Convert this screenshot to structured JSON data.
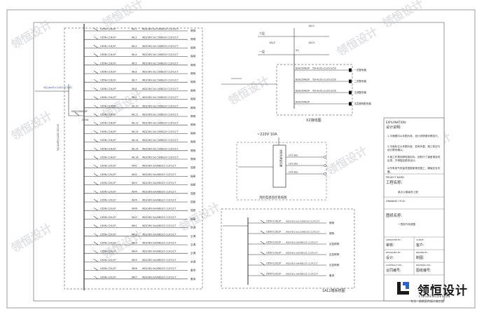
{
  "brand": {
    "name": "领恒设计",
    "sub": "LINGHENGDESIGN",
    "tag": "专注 · 建筑室内设计施工图",
    "watermark": "领恒设计"
  },
  "main_panel": {
    "incoming_cable": "YJV-4x95+1x50 SC100",
    "incoming_breaker": "NSX250N/3P",
    "incoming_current": "200A",
    "rows": [
      {
        "brk": "C65N-C16/1P",
        "cable": "WDZ-BYJ-3x2.5/KBG20 CC/FC/CT",
        "name": "照明",
        "code": "WL1"
      },
      {
        "brk": "C65N-C16/1P",
        "cable": "WDZ-BYJ-3x2.5/KBG20 CC/FC/CT",
        "name": "照明",
        "code": "WL2"
      },
      {
        "brk": "C65N-C16/1P",
        "cable": "WDZ-BYJ-3x2.5/KBG20 CC/FC/CT",
        "name": "照明",
        "code": "WL3"
      },
      {
        "brk": "C65N-C16/1P",
        "cable": "WDZ-BYJ-3x2.5/KBG20 CC/FC/CT",
        "name": "照明",
        "code": "WL4"
      },
      {
        "brk": "C65N-C16/1P",
        "cable": "WDZ-BYJ-3x2.5/KBG20 CC/FC/CT",
        "name": "照明",
        "code": "WL5"
      },
      {
        "brk": "C65N-C16/1P",
        "cable": "WDZ-BYJ-3x2.5/KBG20 CC/FC/CT",
        "name": "照明",
        "code": "WL6"
      },
      {
        "brk": "C65N-C16/1P",
        "cable": "WDZ-BYJ-3x2.5/KBG20 CC/FC/CT",
        "name": "照明",
        "code": "WL7"
      },
      {
        "brk": "C65N-C16/1P",
        "cable": "WDZ-BYJ-3x2.5/KBG20 CC/FC/CT",
        "name": "照明",
        "code": "WL8"
      },
      {
        "brk": "C65N-C16/1P",
        "cable": "WDZ-BYJ-3x2.5/KBG20 CC/FC/CT",
        "name": "照明",
        "code": "WL9"
      },
      {
        "brk": "C65N-C16/1P",
        "cable": "WDZ-BYJ-3x2.5/KBG20 CC/FC/CT",
        "name": "照明",
        "code": "WL10"
      },
      {
        "brk": "C65N-C16/1P",
        "cable": "WDZ-BYJ-3x2.5/KBG20 CC/FC/CT",
        "name": "照明",
        "code": "WL11"
      },
      {
        "brk": "C65N-C16/1P",
        "cable": "WDZ-BYJ-3x2.5/KBG20 CC/FC/CT",
        "name": "照明",
        "code": "WL12"
      },
      {
        "brk": "C65N-C16/1P",
        "cable": "WDZ-BYJ-3x2.5/KBG20 CC/FC/CT",
        "name": "照明",
        "code": "WL13"
      },
      {
        "brk": "C65N-C16/1P",
        "cable": "WDZ-BYJ-3x2.5/KBG20 CC/FC/CT",
        "name": "照明",
        "code": "WL14"
      },
      {
        "brk": "C65N-C16/1P",
        "cable": "WDZ-BYJ-3x2.5/KBG20 CC/FC/CT",
        "name": "照明",
        "code": "WL15"
      },
      {
        "brk": "C65N-C16/1P",
        "cable": "WDZ-BYJ-3x2.5/KBG20 CC/FC/CT",
        "name": "照明",
        "code": "WL16"
      },
      {
        "brk": "C65N-C20/1P",
        "cable": "WDZ-BYJ-3x4/KBG25 CC/FC/CT",
        "name": "插座",
        "code": "WX1"
      },
      {
        "brk": "C65N-C20/1P",
        "cable": "WDZ-BYJ-3x4/KBG25 CC/FC/CT",
        "name": "插座",
        "code": "WX2"
      },
      {
        "brk": "C65N-C20/1P",
        "cable": "WDZ-BYJ-3x4/KBG25 CC/FC/CT",
        "name": "插座",
        "code": "WX3"
      },
      {
        "brk": "C65N-C20/1P",
        "cable": "WDZ-BYJ-3x4/KBG25 CC/FC/CT",
        "name": "插座",
        "code": "WX4"
      },
      {
        "brk": "C65N-C20/1P",
        "cable": "WDZ-BYJ-3x4/KBG25 CC/FC/CT",
        "name": "插座",
        "code": "WX5"
      },
      {
        "brk": "C65N-C20/1P",
        "cable": "WDZ-BYJ-3x4/KBG25 CC/FC/CT",
        "name": "插座",
        "code": "WX6"
      },
      {
        "brk": "C65N-C20/1P",
        "cable": "WDZ-BYJ-3x4/KBG25 CC/FC/CT",
        "name": "插座",
        "code": "WX7"
      },
      {
        "brk": "C65N-C20/1P",
        "cable": "WDZ-BYJ-3x4/KBG25 CC/FC/CT",
        "name": "空调",
        "code": "WK1"
      },
      {
        "brk": "C65N-C20/1P",
        "cable": "WDZ-BYJ-3x4/KBG25 CC/FC/CT",
        "name": "空调",
        "code": "WK2"
      },
      {
        "brk": "C65N-C20/1P",
        "cable": "WDZ-BYJ-3x4/KBG25 CC/FC/CT",
        "name": "空调",
        "code": "WK3"
      },
      {
        "brk": "C65N-C20/1P",
        "cable": "WDZ-BYJ-3x4/KBG25 CC/FC/CT",
        "name": "空调",
        "code": "WK4"
      },
      {
        "brk": "C65N-C20/1P",
        "cable": "WDZ-BYJ-3x4/KBG25 CC/FC/CT",
        "name": "空调",
        "code": "WK5"
      },
      {
        "brk": "C65N-C20/1P",
        "cable": "WDZ-BYJ-3x4/KBG25 CC/FC/CT",
        "name": "备用",
        "code": "WK6"
      },
      {
        "brk": "C65N-C20/1P",
        "cable": "WDZ-BYJ-3x4/KBG25 CC/FC/CT",
        "name": "备用",
        "code": "WK7"
      }
    ]
  },
  "x2": {
    "title": "X2接线图",
    "line1": "一层",
    "line2": "二层",
    "labels": [
      "1AL1",
      "1AL2",
      "1AL3",
      "X2"
    ],
    "rows": [
      {
        "brk": "NSX250N/3P",
        "cable": "YJV-4x35+1x16 SC50",
        "name": "一层配电箱"
      },
      {
        "brk": "NSX250N/3P",
        "cable": "YJV-4x35+1x16 SC50",
        "name": "二层配电箱"
      },
      {
        "brk": "NSX250N/3P",
        "cable": "YJV-4x35+1x16 SC50",
        "name": "空调配电箱"
      },
      {
        "brk": "NSX250N/3P",
        "cable": "",
        "name": "应急照明配电箱"
      }
    ]
  },
  "fire": {
    "voltage": "~220V 10A",
    "device": "消防电源监控器",
    "title": "消防电源监控系统图",
    "branches": [
      "LO1-SAL",
      "LO2-SAL",
      "LO3-SAL"
    ]
  },
  "lal": {
    "title": "1AL1箱系统图",
    "rows": [
      {
        "brk": "C65N-C16/1P",
        "cable": "WDZ-BYJ-3x2.5/KBG20 CC/FC/CT",
        "name": "照明"
      },
      {
        "brk": "C65N-C16/1P",
        "cable": "WDZ-BYJ-3x2.5/KBG20 CC/FC/CT",
        "name": "照明"
      },
      {
        "brk": "C65N-C20/1P",
        "cable": "WDZ-BYJ-3x4/KBG25 CC/FC/CT",
        "name": "应急照明"
      },
      {
        "brk": "C65N-C20/1P",
        "cable": "WDZ-BYJ-3x4/KBG25 CC/FC/CT",
        "name": "应急照明"
      },
      {
        "brk": "C65N-C20/1P",
        "cable": "WDZ-BYJ-3x4/KBG25 CC/FC/CT",
        "name": "应急照明"
      },
      {
        "brk": "C65N-C20/1P",
        "cable": "WDZ-BYJ-3x4/KBG25 CC/FC/CT",
        "name": "备用"
      }
    ]
  },
  "title_block": {
    "explanation_en": "EXPLANATION:",
    "explanation_cn": "设计说明:",
    "notes": [
      "1.平面图均以本图为准，设计说明请对照执行。",
      "2.平面标注以本图为准，如有矛盾，施工前应与设计联系确认。",
      "3.施工时请对照现场实际，如有尺寸误差请及时反馈，不得擅自更改设计。",
      "4.所有电气安装须按国家规范施工，确保安全可靠。"
    ],
    "project_en": "PROJECT NAME:",
    "project_cn": "工程名称:",
    "project_value": "某办公楼装饰工程",
    "drawing_en": "DRAWING TITLE:",
    "drawing_cn": "图纸名称:",
    "drawing_value": "一层电气系统图",
    "approved_en": "APPROVED BY:",
    "approved_cn": "审核:",
    "client_en": "CLIENT:",
    "client_cn": "客户:",
    "designed_en": "DESIGNED BY:",
    "designed_cn": "设计:",
    "drawn_en": "DRAWN BY:",
    "drawn_cn": "制图:",
    "contract_en": "CONTRACT NO.:",
    "contract_cn": "合同编号:",
    "drawing_no_en": "DRAWING NO.:",
    "drawing_no_cn": "图纸编号:"
  }
}
